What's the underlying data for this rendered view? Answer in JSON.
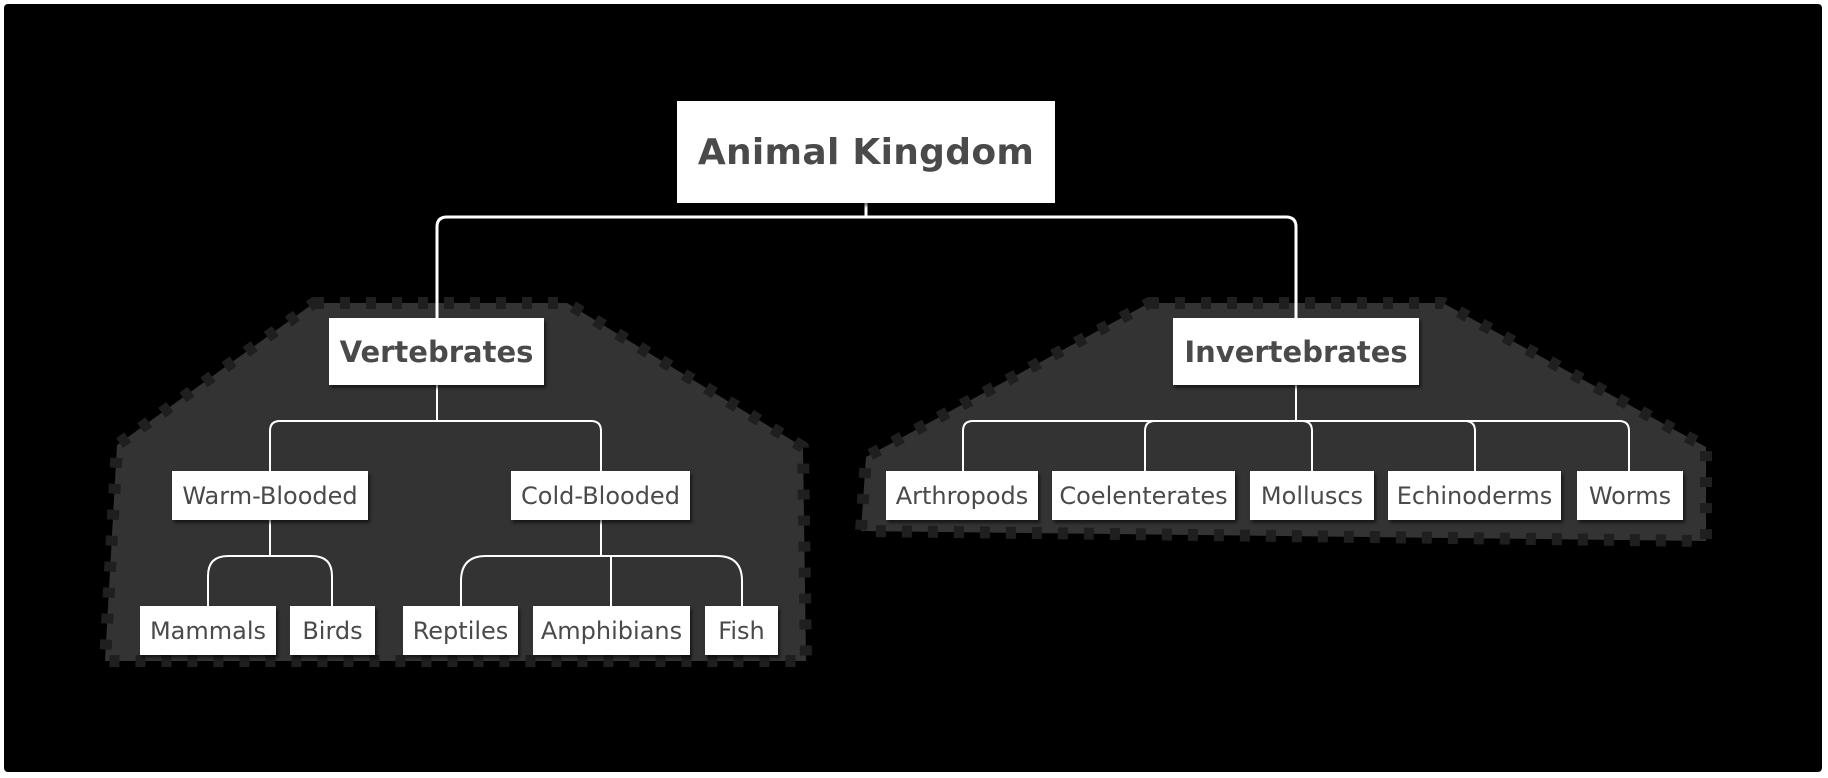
{
  "colors": {
    "background": "#000000",
    "node_fill": "#ffffff",
    "node_text": "#4a4a4a",
    "connector": "#ffffff",
    "group_fill": "#333333",
    "group_border": "#1f1f1f"
  },
  "root": {
    "label": "Animal Kingdom"
  },
  "vertebrates": {
    "label": "Vertebrates",
    "warm": {
      "label": "Warm-Blooded",
      "children": [
        "Mammals",
        "Birds"
      ]
    },
    "cold": {
      "label": "Cold-Blooded",
      "children": [
        "Reptiles",
        "Amphibians",
        "Fish"
      ]
    }
  },
  "invertebrates": {
    "label": "Invertebrates",
    "children": [
      "Arthropods",
      "Coelenterates",
      "Molluscs",
      "Echinoderms",
      "Worms"
    ]
  }
}
